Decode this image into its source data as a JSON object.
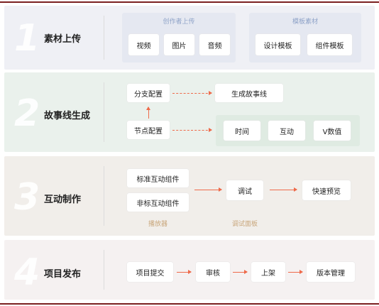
{
  "sections": [
    {
      "number": "1",
      "title": "素材上传",
      "groups": [
        {
          "label": "创作者上传",
          "items": [
            "视频",
            "图片",
            "音频"
          ]
        },
        {
          "label": "模板素材",
          "items": [
            "设计模板",
            "组件模板"
          ]
        }
      ]
    },
    {
      "number": "2",
      "title": "故事线生成",
      "row1": [
        "分支配置",
        "生成故事线"
      ],
      "row2": [
        "节点配置"
      ],
      "attributes": [
        "时间",
        "互动",
        "V数值"
      ]
    },
    {
      "number": "3",
      "title": "互动制作",
      "components": [
        "标准互动组件",
        "非标互动组件"
      ],
      "player_label": "播放器",
      "debug": "调试",
      "debug_label": "调试面板",
      "preview": "快速预览"
    },
    {
      "number": "4",
      "title": "项目发布",
      "steps": [
        "项目提交",
        "审核",
        "上架",
        "版本管理"
      ]
    }
  ],
  "colors": {
    "accent": "#ee6a4a",
    "group_label_blue": "#8fa3c8",
    "sub_label_tan": "#c9a77c",
    "frame": "#7a1f1f"
  }
}
